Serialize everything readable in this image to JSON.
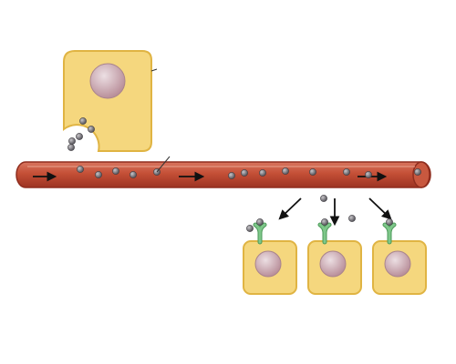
{
  "colors": {
    "background": "#ffffff",
    "cell_fill": "#f5d77e",
    "cell_stroke": "#e0b443",
    "nucleus": "#c8a4ad",
    "nucleus_highlight": "#ecdfe3",
    "vessel": "#bf4b34",
    "vessel_edge": "#8f2d1e",
    "vessel_highlight": "#d9755f",
    "hormone": "#6e6c6f",
    "receptor": "#7ec78a",
    "receptor_stroke": "#4b9a58",
    "arrow": "#111111"
  },
  "diagram": {
    "secreting_cell": {
      "icon": "endocrine-cell",
      "vesicle_count": 5
    },
    "blood_vessel": {
      "icon": "blood-vessel",
      "flow_direction": "right",
      "flow_arrows": 3,
      "hormone_count": 13
    },
    "target_cells": [
      {
        "icon": "target-cell",
        "receptor": "receptor-icon",
        "bound_hormones": 2
      },
      {
        "icon": "target-cell",
        "receptor": "receptor-icon",
        "bound_hormones": 1
      },
      {
        "icon": "target-cell",
        "receptor": "receptor-icon",
        "bound_hormones": 1
      }
    ],
    "dispersal_arrows": 3
  }
}
